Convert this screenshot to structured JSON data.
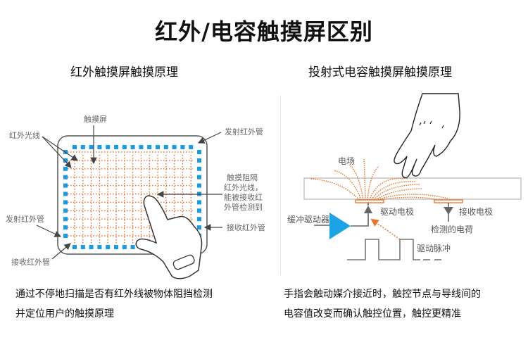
{
  "title": "红外/电容触摸屏区别",
  "left_panel": {
    "heading": "红外触摸屏触摸原理",
    "labels": {
      "touch_screen": "触摸屏",
      "ir_lines": "红外光线",
      "emitter_top": "发射红外管",
      "blocked_note_1": "触摸阻隔",
      "blocked_note_2": "红外光线，",
      "blocked_note_3": "能被接收红",
      "blocked_note_4": "外管检测到",
      "emitter_left": "发射红外管",
      "receiver_right": "接收红外管",
      "receiver_bottom": "接收红外管"
    },
    "description_line1": "通过不停地扫描是否有红外线被物体阻挡检测",
    "description_line2": "并定位用户的触摸原理"
  },
  "right_panel": {
    "heading": "投射式电容触摸屏触摸原理",
    "labels": {
      "electric_field": "电场",
      "drive_electrode": "驱动电极",
      "receive_electrode": "接收电极",
      "buffer_driver": "缓冲驱动器",
      "detected_charge": "检测的电荷",
      "drive_pulse": "驱动脉冲"
    },
    "description_line1": "手指会触动媒介接近时，触控节点与导线间的",
    "description_line2": "电容值改变而确认触控位置，触控更精准"
  },
  "colors": {
    "ir_led": "#1a9be0",
    "ir_beam": "#e8732a",
    "outline": "#555555",
    "amplifier": "#1ca3e6"
  }
}
